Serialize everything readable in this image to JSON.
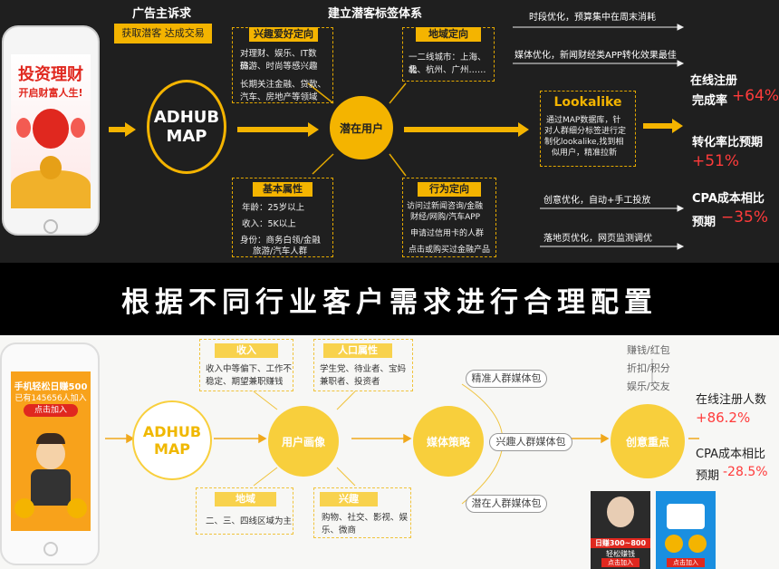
{
  "top": {
    "ad_demand_title": "广告主诉求",
    "ad_demand_tag": "获取潜客 达成交易",
    "system_title": "建立潜客标签体系",
    "phone": {
      "title_line1": "投资理财",
      "title_line2": "开启财富人生!"
    },
    "adhub": {
      "line1": "ADHUB",
      "line2": "MAP"
    },
    "core": "潜在用户",
    "interest": {
      "tag": "兴趣爱好定向",
      "line1": "对理财、娱乐、IT数码、",
      "line2": "旅游、时尚等感兴趣",
      "line3": "长期关注金融、贷款、",
      "line4": "汽车、房地产等领域"
    },
    "region": {
      "tag": "地域定向",
      "line1": "一二线城市：上海、北",
      "line2": "极、杭州、广州……"
    },
    "basic": {
      "tag": "基本属性",
      "age": "年龄：25岁以上",
      "income": "收入：5K以上",
      "identity_line1": "身份：商务白领/金融",
      "identity_line2": "旅游/汽车人群"
    },
    "behavior": {
      "tag": "行为定向",
      "item1_line1": "访问过新闻咨询/金融",
      "item1_line2": "财经/网购/汽车APP",
      "item2": "申请过信用卡的人群",
      "item3": "点击或购买过金融产品"
    },
    "lookalike": {
      "title": "Lookalike",
      "line1": "通过MAP数据库，针",
      "line2": "对人群细分标签进行定",
      "line3": "制化lookalike,找到相",
      "line4": "似用户，精准拉新"
    },
    "opt_time": "时段优化，预算集中在周末消耗",
    "opt_media": "媒体优化，新闻财经类APP转化效果最佳",
    "opt_creative": "创意优化，自动+手工投放",
    "opt_landing": "落地页优化，网页监测调优",
    "result1_line1": "在线注册",
    "result1_line2": "完成率",
    "result1_value": "+64%",
    "result2_line1": "转化率比预期",
    "result2_value": "+51%",
    "result3_line1": "CPA成本相比",
    "result3_line2": "预期",
    "result3_value": "−35%"
  },
  "banner": "根据不同行业客户需求进行合理配置",
  "bottom": {
    "phone": {
      "line1": "手机轻松日赚500",
      "line2": "已有145656人加入",
      "button": "点击加入"
    },
    "adhub": {
      "line1": "ADHUB",
      "line2": "MAP"
    },
    "portrait": "用户画像",
    "media_strategy": "媒体策略",
    "creative_focus": "创意重点",
    "income": {
      "tag": "收入",
      "line1": "收入中等偏下、工作不",
      "line2": "稳定、期望兼职赚钱"
    },
    "population": {
      "tag": "人口属性",
      "line1": "学生党、待业者、宝妈",
      "line2": "兼职者、投资者"
    },
    "region": {
      "tag": "地域",
      "line1": "二、三、四线区域为主"
    },
    "interest": {
      "tag": "兴趣",
      "line1": "购物、社交、影视、娱",
      "line2": "乐、微商"
    },
    "pill_precise": "精准人群媒体包",
    "pill_interest": "兴趣人群媒体包",
    "pill_potential": "潜在人群媒体包",
    "creative_items": [
      "赚钱/红包",
      "折扣/积分",
      "娱乐/交友"
    ],
    "result1_label": "在线注册人数",
    "result1_value": "+86.2%",
    "result2_line1": "CPA成本相比",
    "result2_line2": "预期",
    "result2_value": "-28.5%",
    "ad1_line1": "日赚300~800",
    "ad1_line2": "轻松赚钱",
    "ad1_button": "点击加入",
    "ad2_button": "点击加入"
  }
}
